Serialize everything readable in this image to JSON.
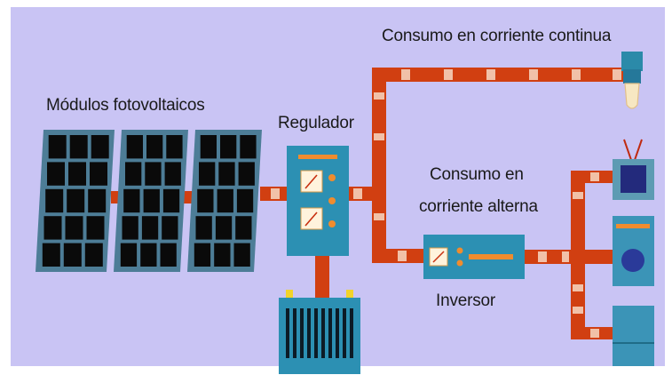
{
  "labels": {
    "solar_modules": "Módulos fotovoltaicos",
    "regulator": "Regulador",
    "dc_consumption": "Consumo en corriente continua",
    "ac_consumption_line1": "Consumo en",
    "ac_consumption_line2": "corriente alterna",
    "inverter": "Inversor"
  },
  "colors": {
    "background": "#c9c4f4",
    "frame": "#ffffff",
    "wire": "#d13f11",
    "wire_highlight": "#f7d8c3",
    "panel_frame": "#4d7d97",
    "panel_cell": "#0a0a0a",
    "device_teal": "#2c90b3",
    "device_orange": "#f08c2e",
    "meter_face": "#fff3dc",
    "tv_screen": "#232a7c",
    "washer_drum": "#2a3a99",
    "battery_terminal": "#f2d32b"
  },
  "icons": {
    "solar_panel": "solar-panel-icon",
    "regulator": "regulator-icon",
    "battery": "battery-icon",
    "inverter": "inverter-icon",
    "lamp": "light-bulb-icon",
    "tv": "tv-icon",
    "washer": "washing-machine-icon",
    "fridge": "fridge-icon"
  }
}
